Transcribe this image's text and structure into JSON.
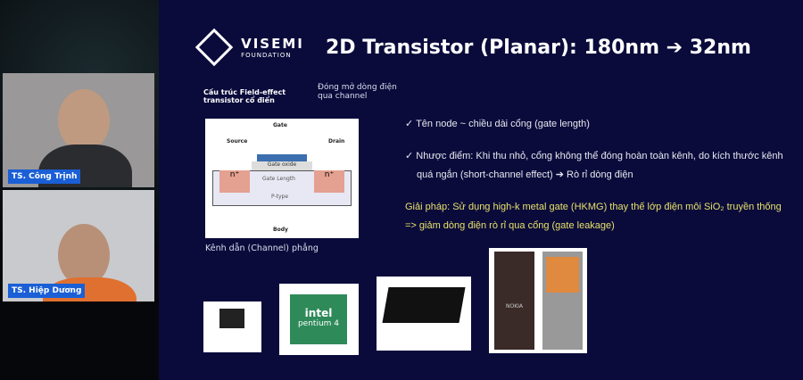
{
  "participants": [
    {
      "name": "TS. Công Trịnh"
    },
    {
      "name": "TS. Hiệp Dương"
    }
  ],
  "slide": {
    "logo": {
      "line1": "VISEMI",
      "line2": "FOUNDATION"
    },
    "title": "2D Transistor (Planar): 180nm ➔ 32nm",
    "diagram": {
      "caption": "Cấu trúc Field-effect transistor cổ điển",
      "top_note": "Đóng mở dòng điện qua channel",
      "bottom_note": "Kênh dẫn (Channel) phẳng",
      "gate": "Gate",
      "source": "Source",
      "drain": "Drain",
      "gate_oxide": "Gate oxide",
      "gate_length": "Gate Length",
      "ptype": "P-type",
      "body": "Body",
      "n": "n⁺"
    },
    "bullets": [
      "✓  Tên node ~ chiều dài cổng (gate length)",
      "✓  Nhược điểm: Khi thu nhỏ, cổng không thể đóng hoàn toàn kênh, do kích thước kênh",
      "quá ngắn (short-channel effect) ➔ Rò rỉ dòng điện"
    ],
    "solution": [
      "Giải pháp:  Sử dụng high-k metal gate (HKMG) thay thế lớp điện môi SiO₂ truyền thống",
      "=> giảm dòng điện rò rỉ qua cổng (gate leakage)"
    ],
    "images": {
      "intel": "intel",
      "pentium": "pentium 4",
      "nokia": "NOKIA"
    },
    "colors": {
      "background": "#0a0b3b",
      "solution": "#e8e06a",
      "name_badge": "#1a5fd6"
    }
  }
}
